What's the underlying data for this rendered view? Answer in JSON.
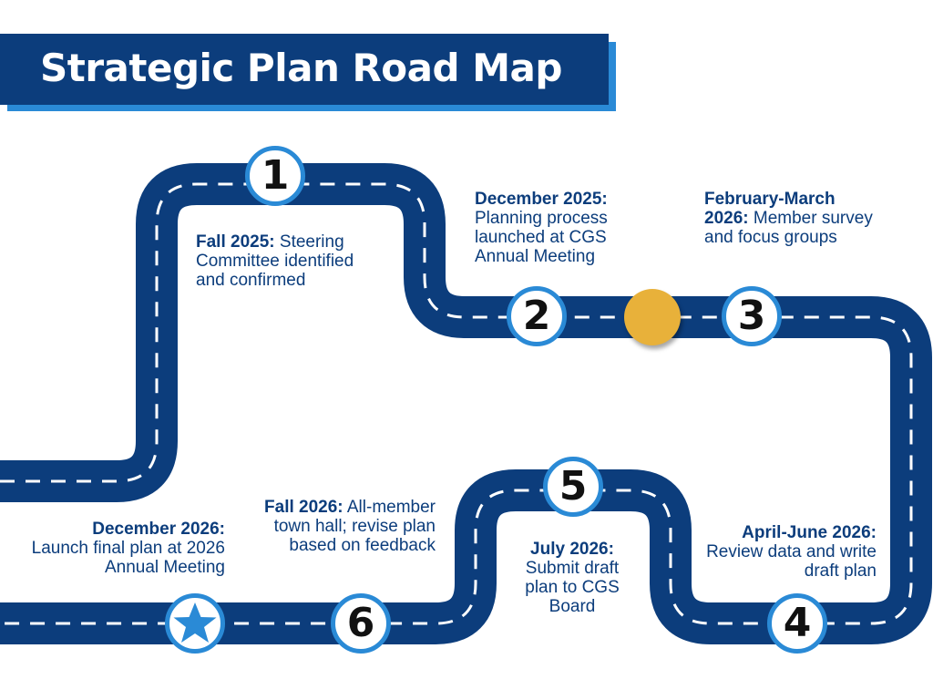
{
  "title": "Strategic Plan Road Map",
  "colors": {
    "road": "#0c3d7c",
    "accent_blue": "#2a8ad6",
    "gold_marker": "#e8b13a",
    "text": "#0c3d7c"
  },
  "steps": [
    {
      "number": "1",
      "date": "Fall 2025:",
      "description": "Steering Committee identified and confirmed"
    },
    {
      "number": "2",
      "date": "December 2025:",
      "description": "Planning process launched at CGS Annual Meeting"
    },
    {
      "number": "3",
      "date": "February-March 2026:",
      "description": "Member survey and focus groups"
    },
    {
      "number": "4",
      "date": "April-June 2026:",
      "description": "Review data and write draft plan"
    },
    {
      "number": "5",
      "date": "July 2026:",
      "description": "Submit draft plan to CGS Board"
    },
    {
      "number": "6",
      "date": "Fall 2026:",
      "description": "All-member town hall; revise plan based on feedback"
    }
  ],
  "final": {
    "icon": "star-icon",
    "date": "December 2026:",
    "description": "Launch final plan at 2026 Annual Meeting"
  },
  "marker": {
    "icon": "progress-marker-dot"
  }
}
